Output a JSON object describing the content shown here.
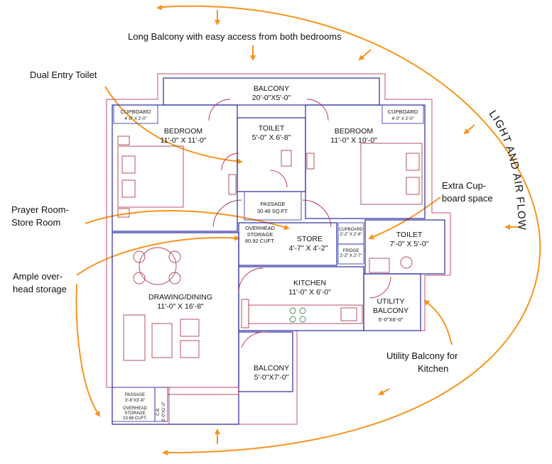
{
  "callouts": {
    "long_balcony": "Long Balcony with easy access from both bedrooms",
    "dual_toilet": "Dual Entry Toilet",
    "prayer_line1": "Prayer Room-",
    "prayer_line2": "Store Room",
    "overhead_line1": "Ample over-",
    "overhead_line2": "head storage",
    "cupboard_line1": "Extra Cup-",
    "cupboard_line2": "board space",
    "utility_line1": "Utility Balcony for",
    "utility_line2": "Kitchen",
    "light_air": "LIGHT AND AIR FLOW"
  },
  "rooms": {
    "balcony_top": {
      "name": "BALCONY",
      "dim": "20'-0\"X5'-0\""
    },
    "cupboard_left": {
      "name": "CUPBOARD",
      "dim": "4'-0\" X 2'-0\""
    },
    "cupboard_right": {
      "name": "CUPBOARD",
      "dim": "4'-0\" X 2'-0\""
    },
    "bedroom_left": {
      "name": "BEDROOM",
      "dim": "11'-0\" X 11'-0\""
    },
    "toilet_center": {
      "name": "TOILET",
      "dim": "5'-0\" X 6'-8\""
    },
    "bedroom_right": {
      "name": "BEDROOM",
      "dim": "11'-0\" X 10'-0\""
    },
    "passage": {
      "name": "PASSAGE",
      "dim": "30.46 SQ.FT."
    },
    "overhead_storage": {
      "l1": "OVERHEAD",
      "l2": "STORAGE",
      "l3": "60.92 CUFT."
    },
    "store": {
      "name": "STORE",
      "dim": "4'-7\" X 4'-2\""
    },
    "cupboard_small": {
      "name": "CUPBOARD",
      "dim": "2'-2\" X 2'-6\""
    },
    "fridge": {
      "name": "FRIDGE",
      "dim": "2'-2\" X 2'-7\""
    },
    "toilet_right": {
      "name": "TOILET",
      "dim": "7'-0\" X 5'-0\""
    },
    "kitchen": {
      "name": "KITCHEN",
      "dim": "11'-0\" X 6'-0\""
    },
    "drawing": {
      "name": "DRAWING/DINING",
      "dim": "11'-0\" X 16'-8\""
    },
    "utility": {
      "l1": "UTILITY",
      "l2": "BALCONY",
      "dim": "5'-0\"X6'-0\""
    },
    "balcony_bottom": {
      "name": "BALCONY",
      "dim": "5'-0\"X7'-0\""
    },
    "passage_small": {
      "name": "PASSAGE",
      "dim": "3'-6\"X3'-8\""
    },
    "overhead_small": {
      "l1": "OVERHEAD",
      "l2": "STORAGE",
      "l3": "23.68 CUFT."
    },
    "cb": {
      "l1": "C.B.",
      "l2": "2'-0\"X1'-0\""
    }
  },
  "colors": {
    "arrow": "#f7941d",
    "wall": "#2a2aa0",
    "furniture": "#b04050"
  }
}
